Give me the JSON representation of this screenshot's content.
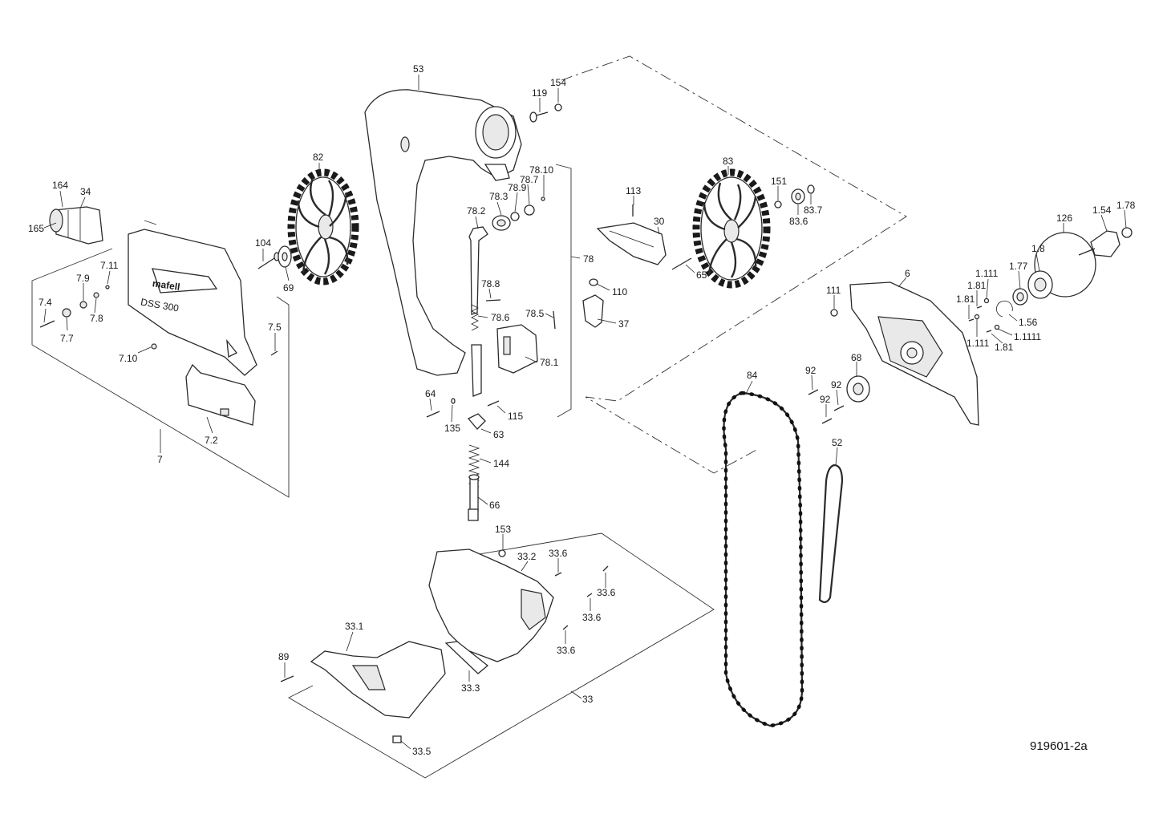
{
  "diagram": {
    "document_number": "919601-2a",
    "brand_marking": "mafell",
    "model_marking": "DSS 300",
    "labels": [
      {
        "id": "164",
        "text": "164"
      },
      {
        "id": "34",
        "text": "34"
      },
      {
        "id": "165",
        "text": "165"
      },
      {
        "id": "7.11",
        "text": "7.11"
      },
      {
        "id": "7.9",
        "text": "7.9"
      },
      {
        "id": "7.4",
        "text": "7.4"
      },
      {
        "id": "7.8",
        "text": "7.8"
      },
      {
        "id": "7.7",
        "text": "7.7"
      },
      {
        "id": "7.5",
        "text": "7.5"
      },
      {
        "id": "7.10",
        "text": "7.10"
      },
      {
        "id": "7.2",
        "text": "7.2"
      },
      {
        "id": "7",
        "text": "7"
      },
      {
        "id": "104",
        "text": "104"
      },
      {
        "id": "69",
        "text": "69"
      },
      {
        "id": "82",
        "text": "82"
      },
      {
        "id": "53",
        "text": "53"
      },
      {
        "id": "119",
        "text": "119"
      },
      {
        "id": "154",
        "text": "154"
      },
      {
        "id": "78.10",
        "text": "78.10"
      },
      {
        "id": "78.7",
        "text": "78.7"
      },
      {
        "id": "78.9",
        "text": "78.9"
      },
      {
        "id": "78.3",
        "text": "78.3"
      },
      {
        "id": "78.2",
        "text": "78.2"
      },
      {
        "id": "78",
        "text": "78"
      },
      {
        "id": "78.8",
        "text": "78.8"
      },
      {
        "id": "78.6",
        "text": "78.6"
      },
      {
        "id": "78.5",
        "text": "78.5"
      },
      {
        "id": "78.1",
        "text": "78.1"
      },
      {
        "id": "64",
        "text": "64"
      },
      {
        "id": "135",
        "text": "135"
      },
      {
        "id": "115",
        "text": "115"
      },
      {
        "id": "63",
        "text": "63"
      },
      {
        "id": "144",
        "text": "144"
      },
      {
        "id": "66",
        "text": "66"
      },
      {
        "id": "113",
        "text": "113"
      },
      {
        "id": "30",
        "text": "30"
      },
      {
        "id": "65",
        "text": "65"
      },
      {
        "id": "110",
        "text": "110"
      },
      {
        "id": "37",
        "text": "37"
      },
      {
        "id": "83",
        "text": "83"
      },
      {
        "id": "151",
        "text": "151"
      },
      {
        "id": "83.6",
        "text": "83.6"
      },
      {
        "id": "83.7",
        "text": "83.7"
      },
      {
        "id": "126",
        "text": "126"
      },
      {
        "id": "1.54",
        "text": "1.54"
      },
      {
        "id": "1.78",
        "text": "1.78"
      },
      {
        "id": "1.8",
        "text": "1.8"
      },
      {
        "id": "1.77",
        "text": "1.77"
      },
      {
        "id": "1.111a",
        "text": "1.111"
      },
      {
        "id": "1.81a",
        "text": "1.81"
      },
      {
        "id": "1.81b",
        "text": "1.81"
      },
      {
        "id": "1.111b",
        "text": "1.111"
      },
      {
        "id": "1.56",
        "text": "1.56"
      },
      {
        "id": "1.1111",
        "text": "1.1111"
      },
      {
        "id": "1.81c",
        "text": "1.81"
      },
      {
        "id": "111",
        "text": "111"
      },
      {
        "id": "6",
        "text": "6"
      },
      {
        "id": "68",
        "text": "68"
      },
      {
        "id": "92a",
        "text": "92"
      },
      {
        "id": "92b",
        "text": "92"
      },
      {
        "id": "92c",
        "text": "92"
      },
      {
        "id": "84",
        "text": "84"
      },
      {
        "id": "52",
        "text": "52"
      },
      {
        "id": "153",
        "text": "153"
      },
      {
        "id": "33.2",
        "text": "33.2"
      },
      {
        "id": "33.6a",
        "text": "33.6"
      },
      {
        "id": "33.6b",
        "text": "33.6"
      },
      {
        "id": "33.6c",
        "text": "33.6"
      },
      {
        "id": "33.6d",
        "text": "33.6"
      },
      {
        "id": "33.1",
        "text": "33.1"
      },
      {
        "id": "89",
        "text": "89"
      },
      {
        "id": "33.3",
        "text": "33.3"
      },
      {
        "id": "33",
        "text": "33"
      },
      {
        "id": "33.5",
        "text": "33.5"
      }
    ]
  }
}
